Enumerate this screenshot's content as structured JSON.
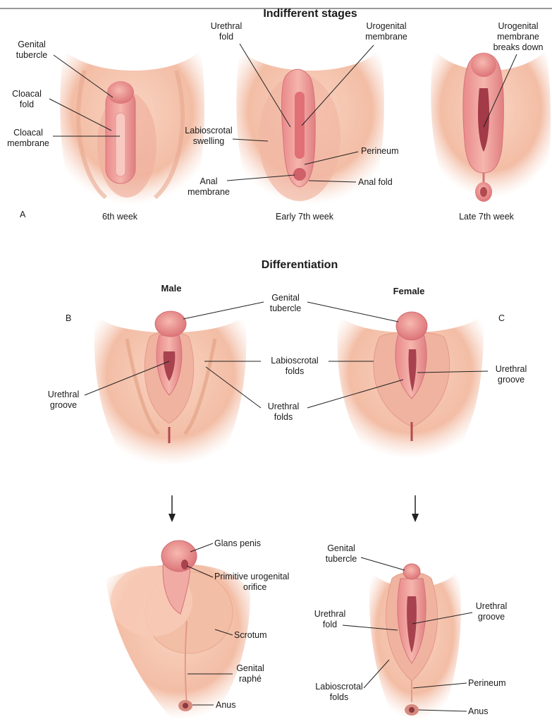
{
  "indifferent": {
    "title": "Indifferent stages",
    "panel_letter": "A",
    "captions": [
      "6th week",
      "Early 7th week",
      "Late 7th week"
    ],
    "labels": {
      "genital_tubercle": [
        "Genital",
        "tubercle"
      ],
      "cloacal_fold": [
        "Cloacal",
        "fold"
      ],
      "cloacal_membrane": [
        "Cloacal",
        "membrane"
      ],
      "urethral_fold": [
        "Urethral",
        "fold"
      ],
      "urogenital_membrane": [
        "Urogenital",
        "membrane"
      ],
      "labioscrotal_swelling": [
        "Labioscrotal",
        "swelling"
      ],
      "perineum": "Perineum",
      "anal_membrane": [
        "Anal",
        "membrane"
      ],
      "anal_fold": "Anal fold",
      "membrane_breaks": [
        "Urogenital",
        "membrane",
        "breaks down"
      ]
    }
  },
  "differentiation": {
    "title": "Differentiation",
    "male_heading": "Male",
    "female_heading": "Female",
    "panel_b": "B",
    "panel_c": "C",
    "labels": {
      "genital_tubercle": [
        "Genital",
        "tubercle"
      ],
      "labioscrotal_folds": [
        "Labioscrotal",
        "folds"
      ],
      "urethral_groove_left": [
        "Urethral",
        "groove"
      ],
      "urethral_groove_right": [
        "Urethral",
        "groove"
      ],
      "urethral_folds": [
        "Urethral",
        "folds"
      ]
    }
  },
  "male_final": {
    "labels": {
      "glans_penis": "Glans penis",
      "primitive_orifice": [
        "Primitive urogenital",
        "orifice"
      ],
      "scrotum": "Scrotum",
      "genital_raphe": [
        "Genital",
        "raphé"
      ],
      "anus": "Anus"
    }
  },
  "female_final": {
    "labels": {
      "genital_tubercle": [
        "Genital",
        "tubercle"
      ],
      "urethral_fold": [
        "Urethral",
        "fold"
      ],
      "urethral_groove": [
        "Urethral",
        "groove"
      ],
      "labioscrotal_folds": [
        "Labioscrotal",
        "folds"
      ],
      "perineum": "Perineum",
      "anus": "Anus"
    }
  },
  "colors": {
    "skin": "#f4c2ac",
    "skin_shadow": "#e7a189",
    "fold": "#ec9a94",
    "fold_dark": "#d9706e",
    "cavity": "#b24a52"
  }
}
